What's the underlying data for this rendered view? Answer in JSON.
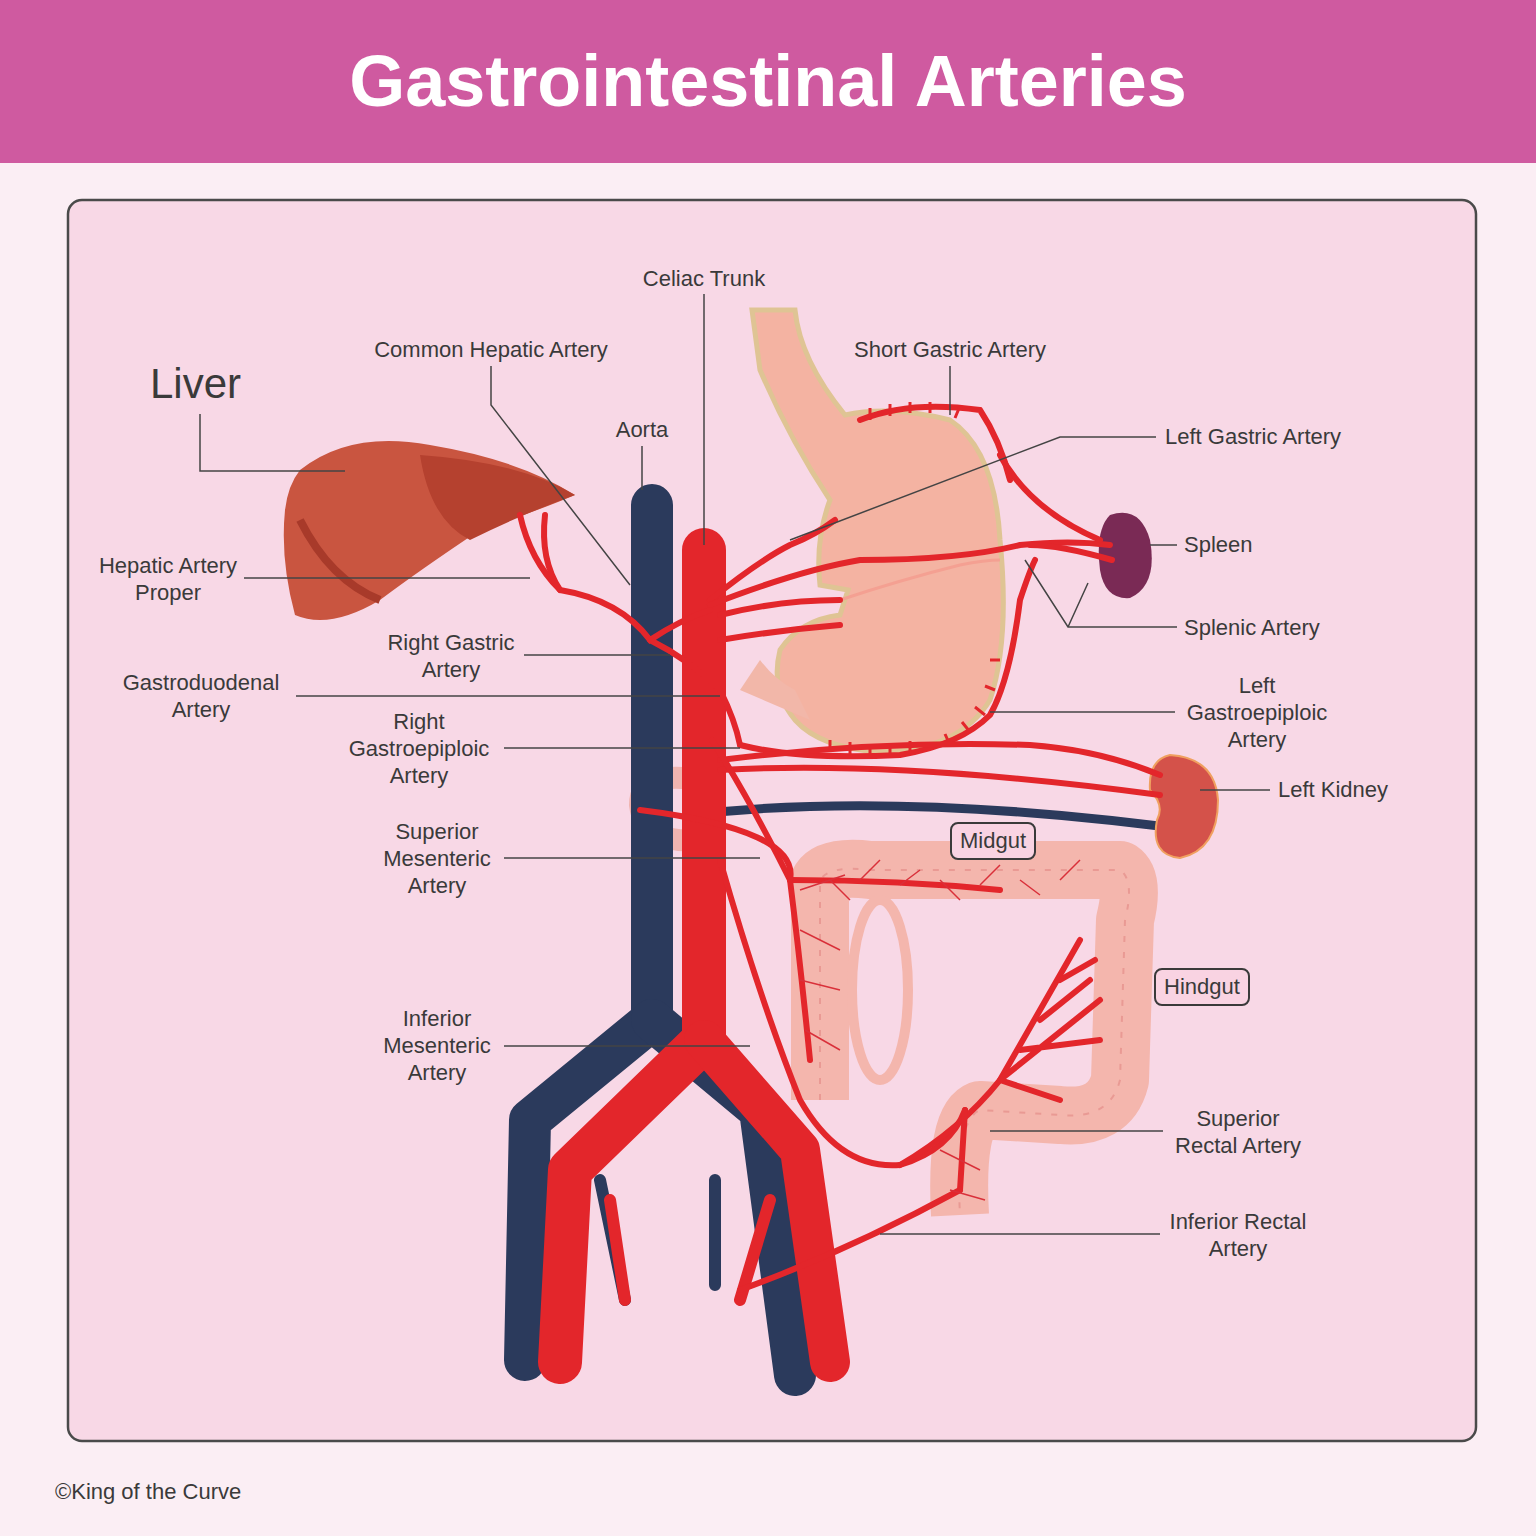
{
  "diagram": {
    "title": "Gastrointestinal Arteries",
    "nodes": [
      {
        "text": [
          "Midgut"
        ]
      },
      {
        "text": [
          "Hindgut"
        ]
      }
    ],
    "labels": [
      "Liver",
      "Common Hepatic Artery",
      "Celiac Trunk",
      "Aorta",
      "Short Gastric Artery",
      "Left Gastric Artery",
      "Spleen",
      "Splenic Artery",
      "Left Gastroepiploic Artery",
      "Left Kidney",
      "Hepatic Artery Proper",
      "Right Gastric Artery",
      "Gastroduodenal Artery",
      "Right Gastroepiploic Artery",
      "Superior Mesenteric Artery",
      "Inferior Mesenteric Artery",
      "Superior Rectal Artery",
      "Inferior Rectal Artery",
      "©King of the Curve"
    ]
  }
}
